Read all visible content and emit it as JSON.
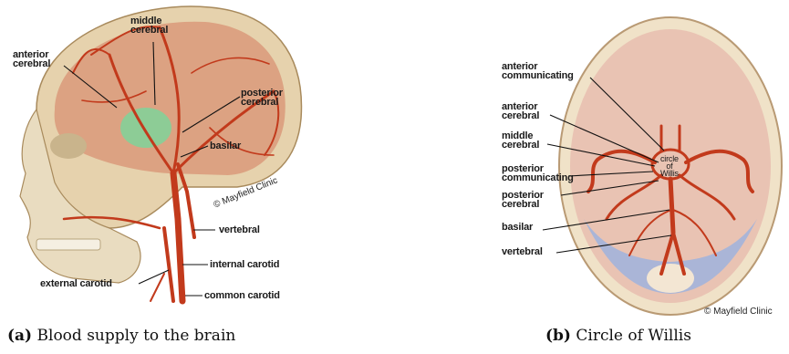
{
  "figure": {
    "panel_a": {
      "caption_tag": "(a)",
      "caption_text": "Blood supply to the brain",
      "credit": "© Mayfield Clinic",
      "labels": {
        "middle_cerebral": "middle\ncerebral",
        "anterior_cerebral": "anterior\ncerebral",
        "posterior_cerebral": "posterior\ncerebral",
        "basilar": "basilar",
        "vertebral": "vertebral",
        "internal_carotid": "internal carotid",
        "external_carotid": "external carotid",
        "common_carotid": "common carotid"
      }
    },
    "panel_b": {
      "caption_tag": "(b)",
      "caption_text": "Circle of Willis",
      "credit": "© Mayfield Clinic",
      "center_text": "circle\nof\nWillis",
      "labels": {
        "anterior_communicating": "anterior\ncommunicating",
        "anterior_cerebral": "anterior\ncerebral",
        "middle_cerebral": "middle\ncerebral",
        "posterior_communicating": "posterior\ncommunicating",
        "posterior_cerebral": "posterior\ncerebral",
        "basilar": "basilar",
        "vertebral": "vertebral"
      }
    },
    "colors": {
      "artery": "#c23a1c",
      "skull": "#e6d2ad",
      "brain": "#d99a7a",
      "highlight": "#7fd39a",
      "base": "#e9c3b3",
      "blue_region": "#9fb3dd"
    }
  }
}
